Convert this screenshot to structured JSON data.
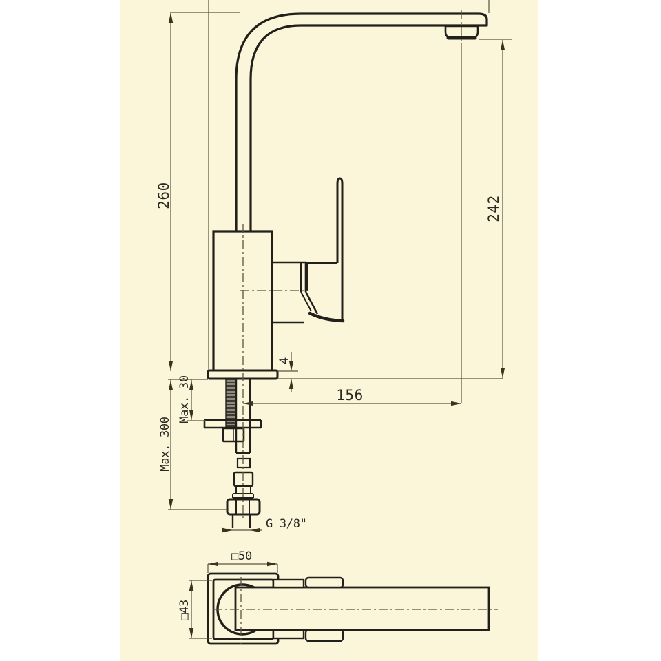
{
  "drawing": {
    "type": "technical-dimension-drawing",
    "subject": "single-lever kitchen mixer tap, side elevation and bottom plan view",
    "colors": {
      "paper": "#ffffff",
      "sheet": "#fbf6da",
      "outline": "#21201a",
      "dimension_lines": "#5a5342",
      "text": "#2b2a22"
    },
    "views": {
      "side_elevation": {
        "description": "faucet with high L-shaped spout, lever handle, base flange, threaded stud, mounting washer, nut and flexible hose tail",
        "dimensions": {
          "overall_spout_height": "260",
          "outlet_height": "242",
          "spout_reach": "156",
          "flange_thickness": "4",
          "max_deck_thickness": "Max. 30",
          "max_hose_length": "Max. 300",
          "connection_thread": "G 3/8\""
        }
      },
      "bottom_plan": {
        "description": "square base plate with round body and straight spout tube",
        "dimensions": {
          "base_plate_square": "□50",
          "body_square": "□43"
        }
      }
    }
  }
}
